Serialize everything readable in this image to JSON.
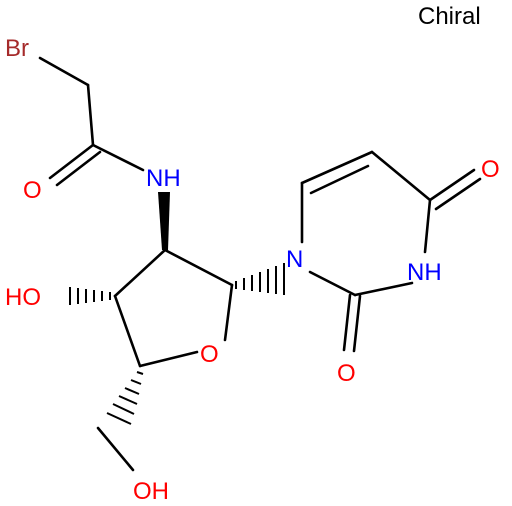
{
  "chirality_note": "Chiral",
  "atoms": {
    "br": "Br",
    "o_carbonyl": "O",
    "nh_amide": "NH",
    "ho_ring": "HO",
    "o_ring": "O",
    "oh_primary": "OH",
    "n1": "N",
    "nh_ring": "NH",
    "o_c2": "O",
    "o_c4": "O"
  },
  "colors": {
    "bond": "#000000",
    "bromine": "#a52a2a",
    "oxygen": "#ff0000",
    "nitrogen": "#0000ff",
    "text": "#000000"
  }
}
